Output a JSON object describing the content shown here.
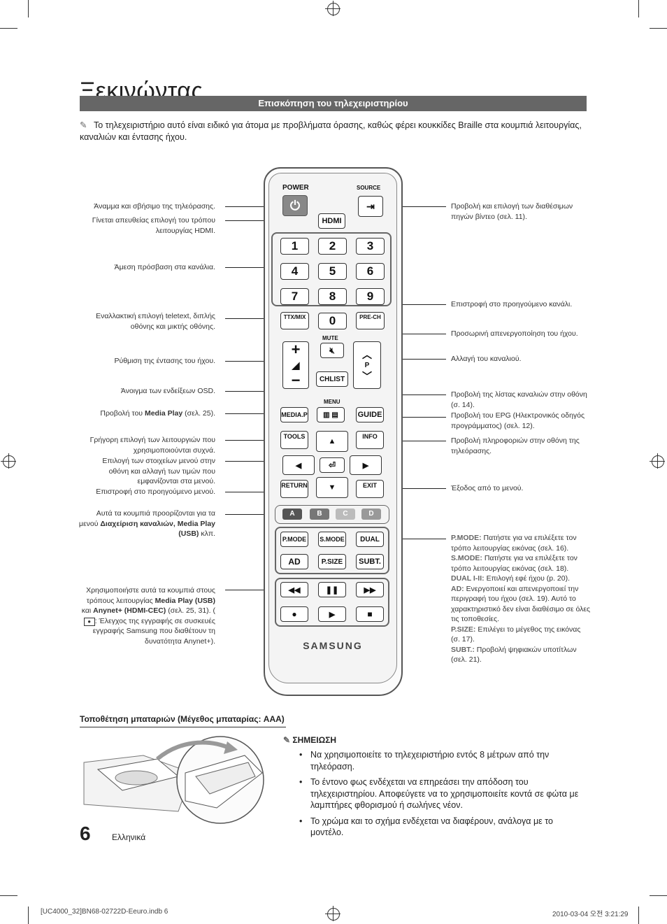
{
  "title": "Ξεκινώντας",
  "section_bar": "Επισκόπηση του τηλεχειριστηρίου",
  "intro_note": "Το τηλεχειριστήριο αυτό είναι ειδικό για άτομα με προβλήματα όρασης, καθώς φέρει κουκκίδες Braille στα κουμπιά λειτουργίας, καναλιών και έντασης ήχου.",
  "left_annotations": [
    "Άναμμα και σβήσιμο της τηλεόρασης.",
    "Γίνεται απευθείας επιλογή του τρόπου λειτουργίας HDMI.",
    "Άμεση πρόσβαση στα κανάλια.",
    "Εναλλακτική επιλογή teletext, διπλής οθόνης και μικτής οθόνης.",
    "Ρύθμιση της έντασης του ήχου.",
    "Άνοιγμα των ενδείξεων OSD.",
    "Προβολή του",
    "Media Play",
    "(σελ. 25).",
    "Γρήγορη επιλογή των λειτουργιών που χρησιμοποιούνται συχνά.",
    "Επιλογή των στοιχείων μενού στην οθόνη και αλλαγή των τιμών που εμφανίζονται στα μενού.",
    "Επιστροφή στο προηγούμενο μενού.",
    "Αυτά τα κουμπιά προορίζονται για τα μενού",
    "Διαχείριση καναλιών, Media Play (USB)",
    "κλπ.",
    "Χρησιμοποιήστε αυτά τα κουμπιά στους τρόπους λειτουργίας",
    "Media Play (USB)",
    "και",
    "Anynet+ (HDMI-CEC)",
    "(σελ. 25, 31).",
    ": Έλεγχος της εγγραφής σε συσκευές εγγραφής Samsung που διαθέτουν τη δυνατότητα Anynet+)."
  ],
  "right_annotations": [
    "Προβολή και επιλογή των διαθέσιμων πηγών βίντεο (σελ. 11).",
    "Επιστροφή στο προηγούμενο κανάλι.",
    "Προσωρινή απενεργοποίηση του ήχου.",
    "Αλλαγή του καναλιού.",
    "Προβολή της λίστας καναλιών στην οθόνη (σ. 14).",
    "Προβολή του EPG (Ηλεκτρονικός οδηγός προγράμματος) (σελ. 12).",
    "Προβολή πληροφοριών στην οθόνη της τηλεόρασης.",
    "Έξοδος από το μενού."
  ],
  "mode_notes": [
    {
      "key": "P.MODE:",
      "text": "Πατήστε για να επιλέξετε τον τρόπο λειτουργίας εικόνας (σελ. 16)."
    },
    {
      "key": "S.MODE:",
      "text": "Πατήστε για να επιλέξετε τον τρόπο λειτουργίας εικόνας (σελ. 18)."
    },
    {
      "key": "DUAL I-II:",
      "text": "Επιλογή εφέ ήχου (p. 20)."
    },
    {
      "key": "AD:",
      "text": "Ενεργοποιεί και απενεργοποιεί την περιγραφή του ήχου (σελ. 19). Αυτό το χαρακτηριστικό δεν είναι διαθέσιμο σε όλες τις τοποθεσίες."
    },
    {
      "key": "P.SIZE:",
      "text": "Επιλέγει το μέγεθος της εικόνας (σ. 17)."
    },
    {
      "key": "SUBT.:",
      "text": "Προβολή ψηφιακών υποτίτλων (σελ. 21)."
    }
  ],
  "remote": {
    "power": "POWER",
    "source": "SOURCE",
    "hdmi": "HDMI",
    "digits": [
      "1",
      "2",
      "3",
      "4",
      "5",
      "6",
      "7",
      "8",
      "9",
      "0"
    ],
    "ttx": "TTX/MIX",
    "prech": "PRE-CH",
    "mute": "MUTE",
    "chlist": "CHLIST",
    "p": "P",
    "menu": "MENU",
    "mediap": "MEDIA.P",
    "guide": "GUIDE",
    "tools": "TOOLS",
    "info": "INFO",
    "return": "RETURN",
    "exit": "EXIT",
    "abcd": [
      "A",
      "B",
      "C",
      "D"
    ],
    "pmode": "P.MODE",
    "smode": "S.MODE",
    "dual": "DUAL",
    "ad": "AD",
    "psize": "P.SIZE",
    "subt": "SUBT.",
    "brand": "SAMSUNG"
  },
  "battery_title": "Τοποθέτηση μπαταριών (Μέγεθος μπαταρίας: AAA)",
  "notes_title": "ΣΗΜΕΙΩΣΗ",
  "notes": [
    "Να χρησιμοποιείτε το τηλεχειριστήριο εντός 8 μέτρων από την τηλεόραση.",
    "Το έντονο φως ενδέχεται να επηρεάσει την απόδοση του τηλεχειριστηρίου. Αποφεύγετε να το χρησιμοποιείτε κοντά σε φώτα με λαμπτήρες φθορισμού ή σωλήνες νέον.",
    "Το χρώμα και το σχήμα ενδέχεται να διαφέρουν, ανάλογα με το μοντέλο."
  ],
  "page_number": "6",
  "language": "Ελληνικά",
  "footer_left": "[UC4000_32]BN68-02722D-Eeuro.indb   6",
  "footer_right": "2010-03-04   오전 3:21:29"
}
